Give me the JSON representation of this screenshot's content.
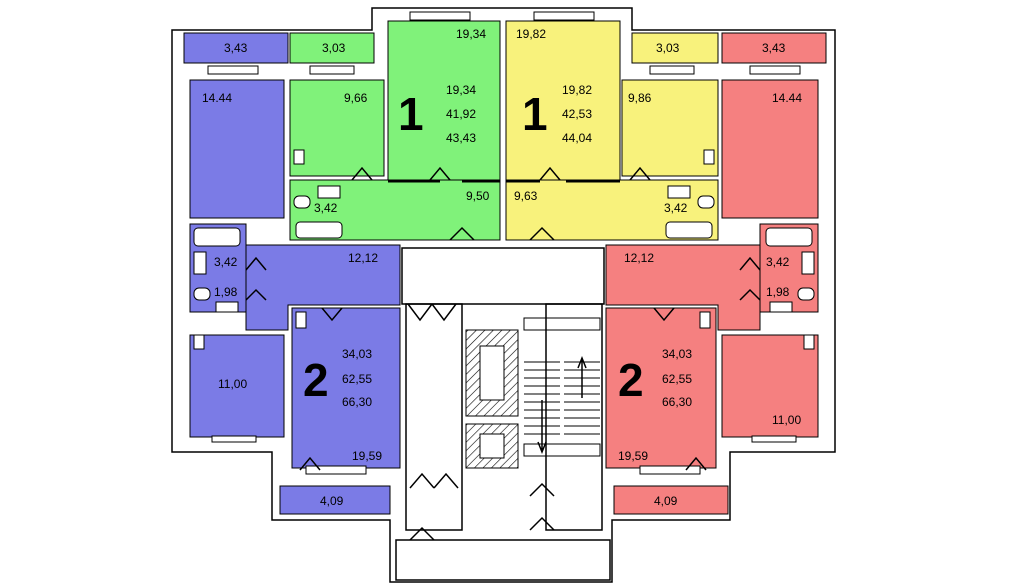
{
  "colors": {
    "blue": "#7b7be6",
    "green": "#80f27a",
    "yellow": "#f8f27c",
    "red": "#f58080",
    "hatch": "#000000"
  },
  "apt_left_top": {
    "number": "1",
    "area_room": "19,34",
    "area_living": "19,34",
    "area_total": "41,92",
    "area_total_balcony": "43,43",
    "kitchen": "9,66",
    "balcony": "3,03",
    "bath": "3,42",
    "hall": "9,50"
  },
  "apt_right_top": {
    "number": "1",
    "area_room": "19,82",
    "area_living": "19,82",
    "area_total": "42,53",
    "area_total_balcony": "44,04",
    "kitchen": "9,86",
    "balcony": "3,03",
    "bath": "3,42",
    "hall": "9,63"
  },
  "apt_left_bottom": {
    "number": "2",
    "balcony_top": "3,43",
    "room_top": "14.44",
    "bath": "3,42",
    "wc": "1,98",
    "hall": "12,12",
    "room_bottom": "11,00",
    "area_living": "34,03",
    "area_total": "62,55",
    "area_total_balcony": "66,30",
    "room_main": "19,59",
    "balcony_bottom": "4,09"
  },
  "apt_right_bottom": {
    "number": "2",
    "balcony_top": "3,43",
    "room_top": "14.44",
    "bath": "3,42",
    "wc": "1,98",
    "hall": "12,12",
    "room_bottom": "11,00",
    "area_living": "34,03",
    "area_total": "62,55",
    "area_total_balcony": "66,30",
    "room_main": "19,59",
    "balcony_bottom": "4,09"
  }
}
